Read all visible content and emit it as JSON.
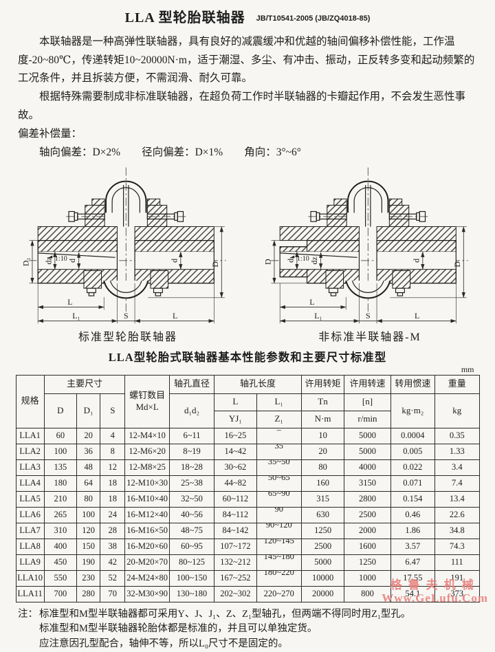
{
  "header": {
    "title": "LLA 型轮胎联轴器",
    "standard": "JB/T10541-2005 (JB/ZQ4018-85)"
  },
  "intro": {
    "para1": "本联轴器是一种高弹性联轴器，具有良好的减震缓冲和优越的轴间偏移补偿性能，工作温度-20~80℃，传递转矩10~20000N·m，适于潮湿、多尘、有冲击、振动，正反转多变和起动频繁的工况条件，并且拆装方便，不需润滑、耐久可靠。",
    "para2": "根据特殊需要制成非标准联轴器，在超负荷工作时半联轴器的卡瓣起作用，不会发生恶性事故。",
    "comp_title": "偏差补偿量：",
    "comp_detail": "轴向偏差：D×2%　　径向偏差：D×1%　　角向：3°~6°"
  },
  "figures": {
    "left": {
      "caption": "标准型轮胎联轴器",
      "taper": "1:10",
      "dim_outer_left": "D₁",
      "dim_mid_left": "dz",
      "dim_inner_left": "d",
      "dim_inner_right": "d",
      "dim_outer_right": "D",
      "dim_l_top": "L",
      "dim_l1": "L₁",
      "dim_s": "S",
      "dim_l_right": "L"
    },
    "right": {
      "caption": "非标准半联轴器-M",
      "taper": "1:10",
      "dim_outer_left": "D",
      "dim_mid_left": "d",
      "dim_inner_left": "dz",
      "dim_inner_right": "d",
      "dim_outer_right": "D",
      "dim_l_top": "L",
      "dim_l1": "L₁",
      "dim_s": "S",
      "dim_l_right": "L"
    }
  },
  "table": {
    "title": "LLA型轮胎式联轴器基本性能参数和主要尺寸标准型",
    "unit": "mm",
    "head": {
      "spec": "规格",
      "main_dims": "主要尺寸",
      "d_col": "D",
      "d1_col": "D₁",
      "s_col": "S",
      "screws_line1": "螺钉数目",
      "screws_line2": "Md×L",
      "bore_dia": "轴孔直径",
      "bore_dia_sub": "d₁d₂",
      "bore_len": "轴孔长度",
      "l_col": "L",
      "l1_col": "L₁",
      "yj1": "YJ₁",
      "z1": "Z₁",
      "torque": "许用转矩",
      "tn": "Tn",
      "nm": "N·m",
      "speed": "许用转速",
      "n_bracket": "[n]",
      "rpm": "r/min",
      "inertia": "转用惯速",
      "inertia_unit": "kg·m₂",
      "weight": "重量",
      "weight_unit": "kg"
    },
    "rows": [
      [
        "LLA1",
        "60",
        "20",
        "4",
        "12-M4×10",
        "6~11",
        "16~25",
        "–",
        "10",
        "5000",
        "0.0004",
        "0.35"
      ],
      [
        "LLA2",
        "100",
        "36",
        "8",
        "12-M6×20",
        "8~19",
        "14~42",
        "35",
        "20",
        "5000",
        "0.005",
        "1.33"
      ],
      [
        "LLA3",
        "135",
        "48",
        "12",
        "12-M8×25",
        "18~28",
        "30~62",
        "35~50",
        "80",
        "4000",
        "0.022",
        "3.4"
      ],
      [
        "LLA4",
        "180",
        "64",
        "18",
        "12-M10×30",
        "25~38",
        "44~82",
        "50~65",
        "160",
        "3150",
        "0.071",
        "7.4"
      ],
      [
        "LLA5",
        "210",
        "80",
        "18",
        "16-M10×40",
        "32~50",
        "60~112",
        "65~90",
        "315",
        "2800",
        "0.154",
        "13.4"
      ],
      [
        "LLA6",
        "265",
        "100",
        "24",
        "16-M12×40",
        "40~56",
        "84~112",
        "90",
        "630",
        "2500",
        "0.46",
        "22.6"
      ],
      [
        "LLA7",
        "310",
        "120",
        "28",
        "16-M16×50",
        "48~75",
        "84~142",
        "90~120",
        "1250",
        "2000",
        "1.86",
        "34.8"
      ],
      [
        "LLA8",
        "400",
        "150",
        "38",
        "16-M20×60",
        "60~95",
        "107~172",
        "120~145",
        "2500",
        "1600",
        "3.57",
        "74.3"
      ],
      [
        "LLA9",
        "450",
        "190",
        "42",
        "20-M20×70",
        "80~125",
        "132~212",
        "145~180",
        "5000",
        "1250",
        "6.47",
        "111"
      ],
      [
        "LLA10",
        "550",
        "230",
        "52",
        "24-M24×80",
        "100~150",
        "167~252",
        "180~220",
        "10000",
        "1000",
        "17.55",
        "191"
      ],
      [
        "LLA11",
        "700",
        "280",
        "70",
        "32-M30×90",
        "130~180",
        "202~302",
        "220~270",
        "20000",
        "800",
        "54.1",
        "373"
      ]
    ]
  },
  "notes": {
    "label": "注：",
    "line1": "标准型和M型半联轴器都可采用Y、J、J₁、Z、Z₁型轴孔，但两端不得同时用Z₁型孔。",
    "line2": "标准型和M型半联轴器轮胎体都是标准的，并且可以单独定货。",
    "line3": "应注意因孔型配合，轴伸不等，所以L₀尺寸不是固定的。"
  },
  "watermark": {
    "line1": "格鲁夫机械",
    "line2": "Www.GeLufu.Com"
  }
}
